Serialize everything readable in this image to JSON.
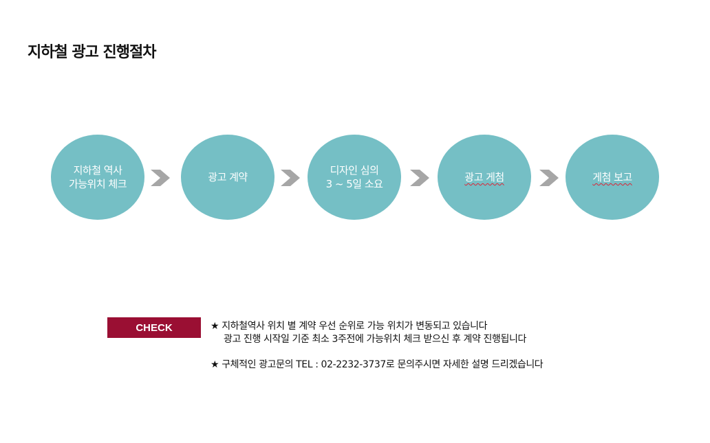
{
  "page": {
    "title": "지하철 광고 진행절차"
  },
  "steps": [
    {
      "line1": "지하철 역사",
      "line2": "가능위치 체크"
    },
    {
      "line1": "광고 계약",
      "line2": ""
    },
    {
      "line1": "디자인 심의",
      "line2": "3 ~ 5일 소요"
    },
    {
      "line1": "광고 게첨",
      "line2": ""
    },
    {
      "line1": "게첨 보고",
      "line2": ""
    }
  ],
  "colors": {
    "step_circle": "#75bfc5",
    "arrow": "#a6a6a6",
    "check_badge": "#9a0f33"
  },
  "check": {
    "label": "CHECK",
    "note1_line1": "★ 지하철역사 위치 별 계약 우선 순위로 가능 위치가 변동되고 있습니다",
    "note1_line2": "광고 진행 시작일 기준 최소 3주전에 가능위치 체크 받으신 후 계약 진행됩니다",
    "note2": "★ 구체적인 광고문의  TEL : 02-2232-3737로 문의주시면 자세한 설명 드리겠습니다"
  }
}
